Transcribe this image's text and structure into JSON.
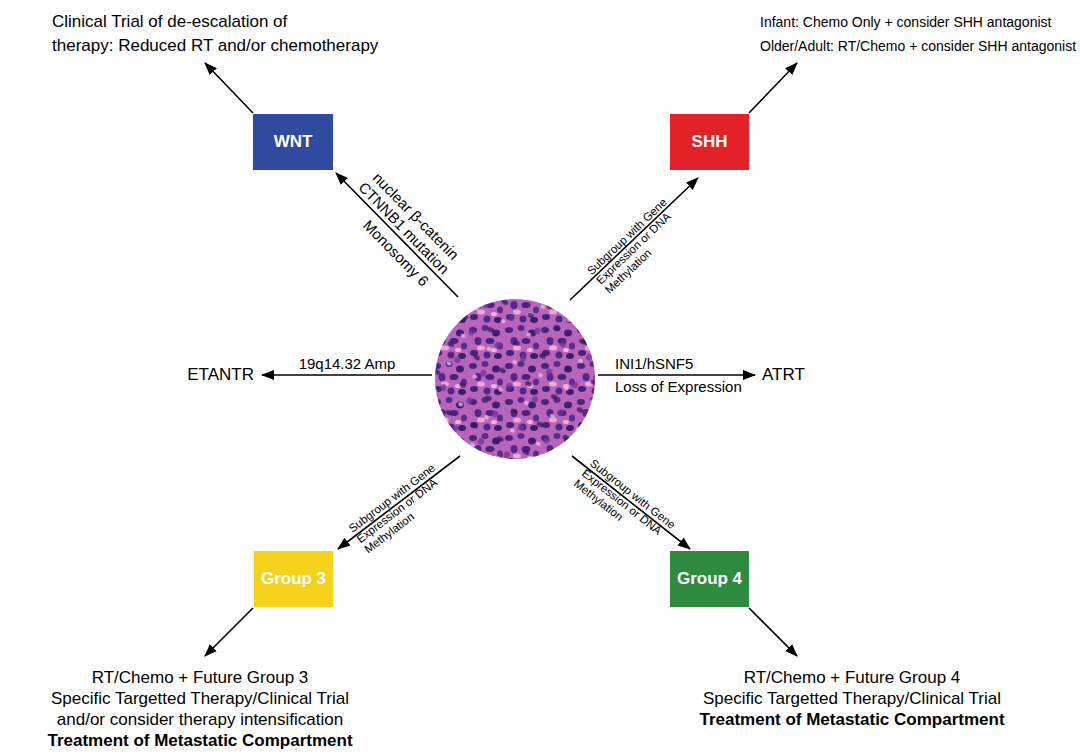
{
  "diagram": {
    "nodes": [
      {
        "text": [
          "WNT"
        ]
      },
      {
        "text": [
          "SHH"
        ]
      },
      {
        "text": [
          "Group 3"
        ]
      },
      {
        "text": [
          "Group 4"
        ]
      }
    ],
    "labels": [
      "Clinical Trial of de-escalation of",
      "therapy: Reduced RT and/or chemotherapy",
      "Infant: Chemo Only + consider SHH antagonist",
      "Older/Adult: RT/Chemo + consider SHH antagonist",
      "nuclear β-catenin",
      "CTNNB1 mutation",
      "Monosomy 6",
      "Subgroup with Gene Expression or DNA Methylation",
      "19q14.32 Amp",
      "ETANTR",
      "INI1/hSNF5",
      "Loss of Expression",
      "ATRT",
      "Subgroup with Gene Expression or DNA Methylation",
      "Subgroup with Gene Expression or DNA Methylation",
      "RT/Chemo + Future Group 3",
      "Specific Targetted Therapy/Clinical Trial",
      "and/or consider therapy intensification",
      "Treatment of Metastatic Compartment",
      "RT/Chemo + Future Group 4",
      "Specific Targetted Therapy/Clinical Trial",
      "Treatment of Metastatic Compartment"
    ]
  }
}
